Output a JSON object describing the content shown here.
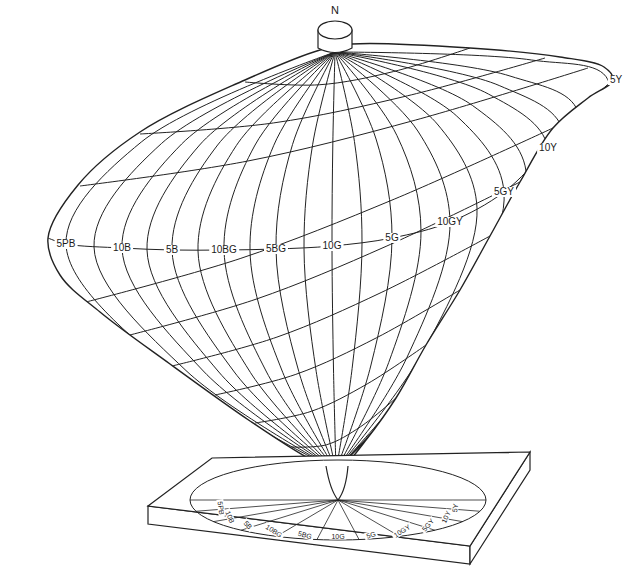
{
  "diagram": {
    "labels": [
      "N",
      "5PB",
      "10B",
      "5B",
      "10BG",
      "5BG",
      "10G",
      "5G",
      "10GY",
      "5GY",
      "10Y",
      "5Y",
      "5PB",
      "10B",
      "5B",
      "10BG",
      "5BG",
      "10G",
      "5G",
      "10GY",
      "5GY",
      "10Y",
      "5Y"
    ]
  }
}
